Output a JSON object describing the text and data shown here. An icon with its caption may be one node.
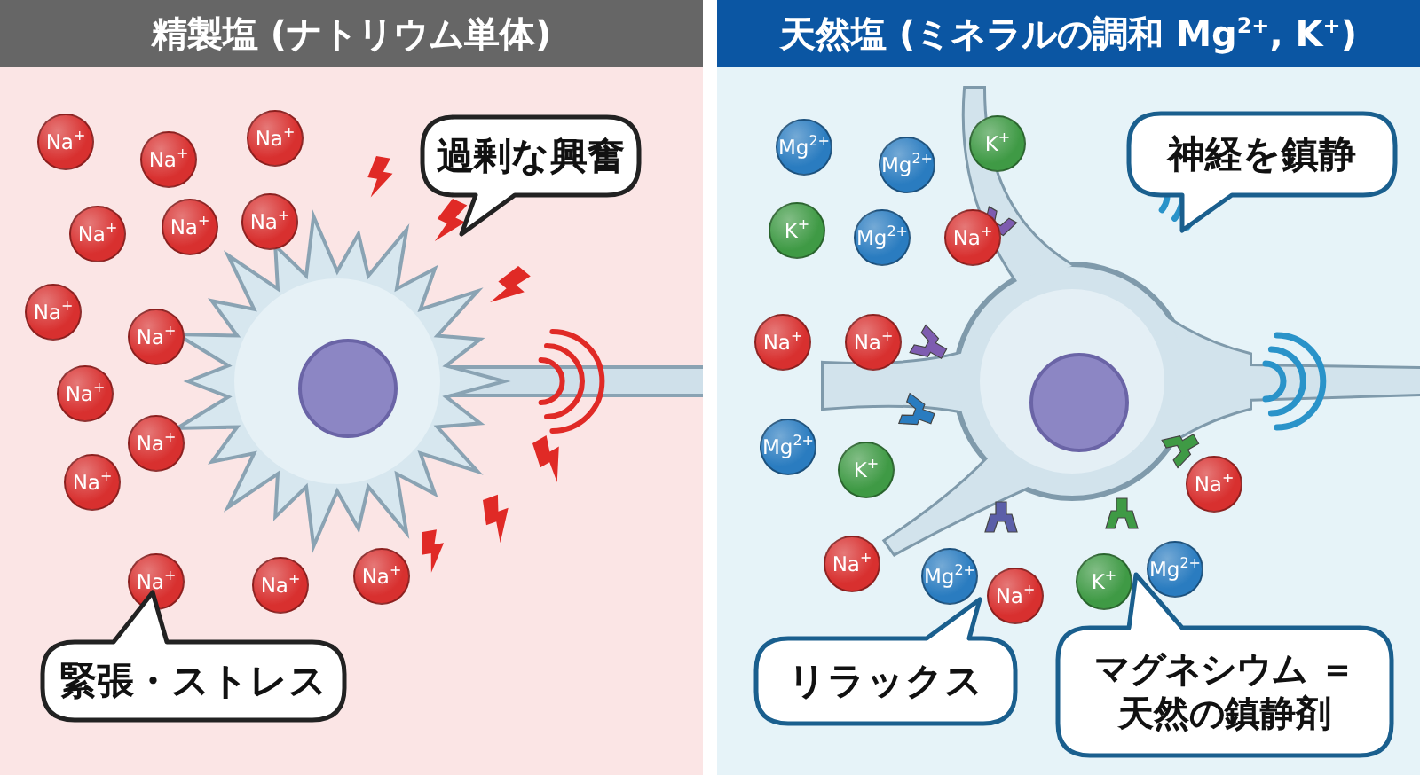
{
  "diagram": {
    "nodes": [
      {
        "text": [
          "精製塩 (ナトリウム単体)"
        ]
      },
      {
        "text": [
          "過剰な興奮"
        ],
        "in": 0
      },
      {
        "text": [
          "Na$^{+}$"
        ],
        "in": 0
      },
      {
        "text": [
          "Na$^{+}$"
        ],
        "in": 0
      },
      {
        "text": [
          "Na$^{+}$"
        ],
        "in": 0
      },
      {
        "text": [
          "Na$^{+}$"
        ],
        "in": 0
      },
      {
        "text": [
          "Na$^{+}$"
        ],
        "in": 0
      },
      {
        "text": [
          "Na$^{+}$"
        ],
        "in": 0
      },
      {
        "text": [
          "Na$^{+}$"
        ],
        "in": 0
      },
      {
        "text": [
          "Na$^{+}$"
        ],
        "in": 0
      },
      {
        "text": [
          "Na$^{+}$"
        ],
        "in": 0
      },
      {
        "text": [
          "Na$^{+}$"
        ],
        "in": 0
      },
      {
        "text": [
          "Na$^{+}$"
        ],
        "in": 0
      },
      {
        "text": [
          "Na$^{+}$"
        ],
        "in": 0
      },
      {
        "text": [
          "Na$^{+}$"
        ],
        "in": 0
      },
      {
        "text": [
          "Na$^{+}$"
        ],
        "in": 0
      },
      {
        "text": [
          "緊張・ストレス"
        ],
        "in": 0
      },
      {
        "text": [
          "天然塩 (ミネラルの調和 Mg$^{2+}$, K$^{+}$)"
        ]
      },
      {
        "text": [
          "神経を鎮静"
        ],
        "in": 17
      },
      {
        "text": [
          "Mg$^{2+}$"
        ],
        "in": 17
      },
      {
        "text": [
          "Mg$^{2+}$"
        ],
        "in": 17
      },
      {
        "text": [
          "K$^{+}$"
        ],
        "in": 17
      },
      {
        "text": [
          "K$^{+}$"
        ],
        "in": 17
      },
      {
        "text": [
          "Mg$^{2+}$"
        ],
        "in": 17
      },
      {
        "text": [
          "Na$^{+}$"
        ],
        "in": 17
      },
      {
        "text": [
          "Na$^{+}$"
        ],
        "in": 17
      },
      {
        "text": [
          "Na$^{+}$"
        ],
        "in": 17
      },
      {
        "text": [
          "Mg$^{2+}$"
        ],
        "in": 17
      },
      {
        "text": [
          "K$^{+}$"
        ],
        "in": 17
      },
      {
        "text": [
          "Na$^{+}$"
        ],
        "in": 17
      },
      {
        "text": [
          "Na$^{+}$"
        ],
        "in": 17
      },
      {
        "text": [
          "Mg$^{2+}$"
        ],
        "in": 17
      },
      {
        "text": [
          "Na$^{+}$"
        ],
        "in": 17
      },
      {
        "text": [
          "K$^{+}$"
        ],
        "in": 17
      },
      {
        "text": [
          "Mg$^{2+}$"
        ],
        "in": 17
      },
      {
        "text": [
          "リラックス"
        ],
        "in": 17
      },
      {
        "text": [
          "マグネシウム ＝天然の鎮静剤"
        ],
        "in": 17
      }
    ]
  }
}
